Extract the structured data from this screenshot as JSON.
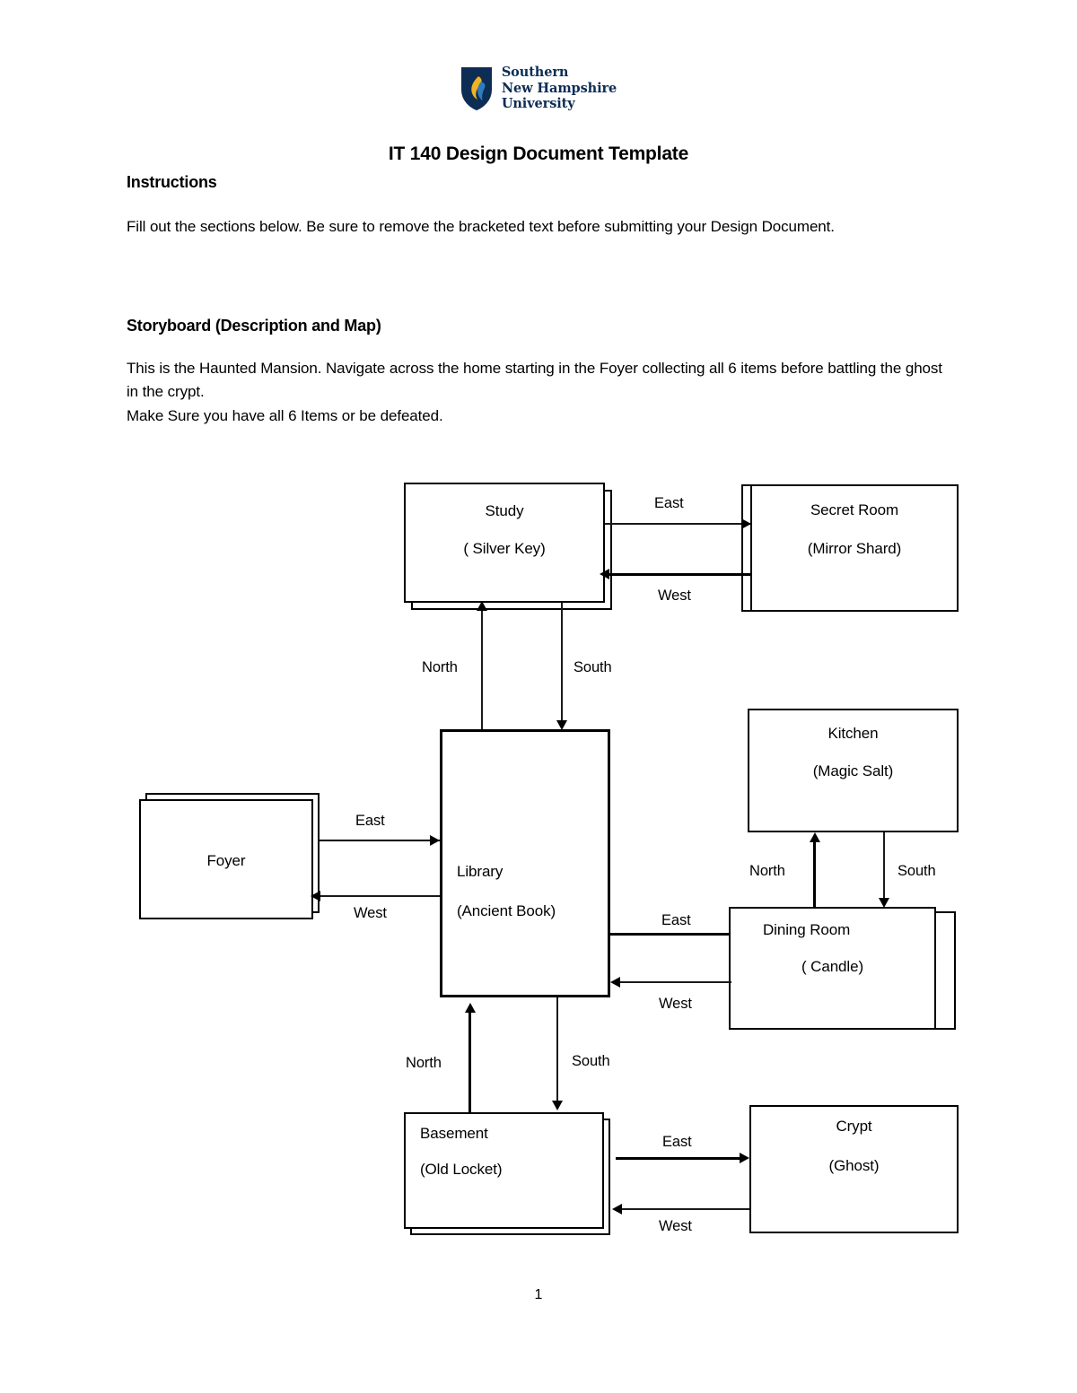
{
  "logo": {
    "icon": "snhu-shield-flame-icon",
    "line1": "Southern",
    "line2": "New Hampshire",
    "line3": "University",
    "navy": "#0d2d55",
    "gold": "#f0b323"
  },
  "document": {
    "title": "IT 140 Design Document Template",
    "page_number": "1",
    "sections": [
      {
        "heading": "Instructions",
        "body": "Fill out the sections below. Be sure to remove the bracketed text before submitting your Design Document."
      },
      {
        "heading": "Storyboard (Description and Map)",
        "body_line1": "This is the Haunted Mansion. Navigate across the home starting in the Foyer collecting all 6 items before battling the ghost in the crypt.",
        "body_line2": "Make Sure you have all 6 Items or be defeated."
      }
    ]
  },
  "map": {
    "rooms": [
      {
        "id": "study",
        "name": "Study",
        "item": "( Silver Key)"
      },
      {
        "id": "secret_room",
        "name": "Secret Room",
        "item": "(Mirror Shard)"
      },
      {
        "id": "foyer",
        "name": "Foyer",
        "item": ""
      },
      {
        "id": "library",
        "name": "Library",
        "item": "(Ancient Book)"
      },
      {
        "id": "kitchen",
        "name": "Kitchen",
        "item": "(Magic Salt)"
      },
      {
        "id": "dining_room",
        "name": "Dining Room",
        "item": "( Candle)"
      },
      {
        "id": "basement",
        "name": "Basement",
        "item": "(Old Locket)"
      },
      {
        "id": "crypt",
        "name": "Crypt",
        "item": "(Ghost)"
      }
    ],
    "connections": [
      {
        "from": "study",
        "to": "secret_room",
        "direction": "East"
      },
      {
        "from": "secret_room",
        "to": "study",
        "direction": "West"
      },
      {
        "from": "library",
        "to": "study",
        "direction": "North"
      },
      {
        "from": "study",
        "to": "library",
        "direction": "South"
      },
      {
        "from": "foyer",
        "to": "library",
        "direction": "East"
      },
      {
        "from": "library",
        "to": "foyer",
        "direction": "West"
      },
      {
        "from": "library",
        "to": "dining_room",
        "direction": "East"
      },
      {
        "from": "dining_room",
        "to": "library",
        "direction": "West"
      },
      {
        "from": "dining_room",
        "to": "kitchen",
        "direction": "North"
      },
      {
        "from": "kitchen",
        "to": "dining_room",
        "direction": "South"
      },
      {
        "from": "basement",
        "to": "library",
        "direction": "North"
      },
      {
        "from": "library",
        "to": "basement",
        "direction": "South"
      },
      {
        "from": "basement",
        "to": "crypt",
        "direction": "East"
      },
      {
        "from": "crypt",
        "to": "basement",
        "direction": "West"
      }
    ],
    "labels": {
      "study_secret_east": "East",
      "secret_study_west": "West",
      "library_study_north": "North",
      "study_library_south": "South",
      "foyer_library_east": "East",
      "library_foyer_west": "West",
      "library_dining_east": "East",
      "dining_library_west": "West",
      "dining_kitchen_north": "North",
      "kitchen_dining_south": "South",
      "basement_library_north": "North",
      "library_basement_south": "South",
      "basement_crypt_east": "East",
      "crypt_basement_west": "West"
    }
  }
}
